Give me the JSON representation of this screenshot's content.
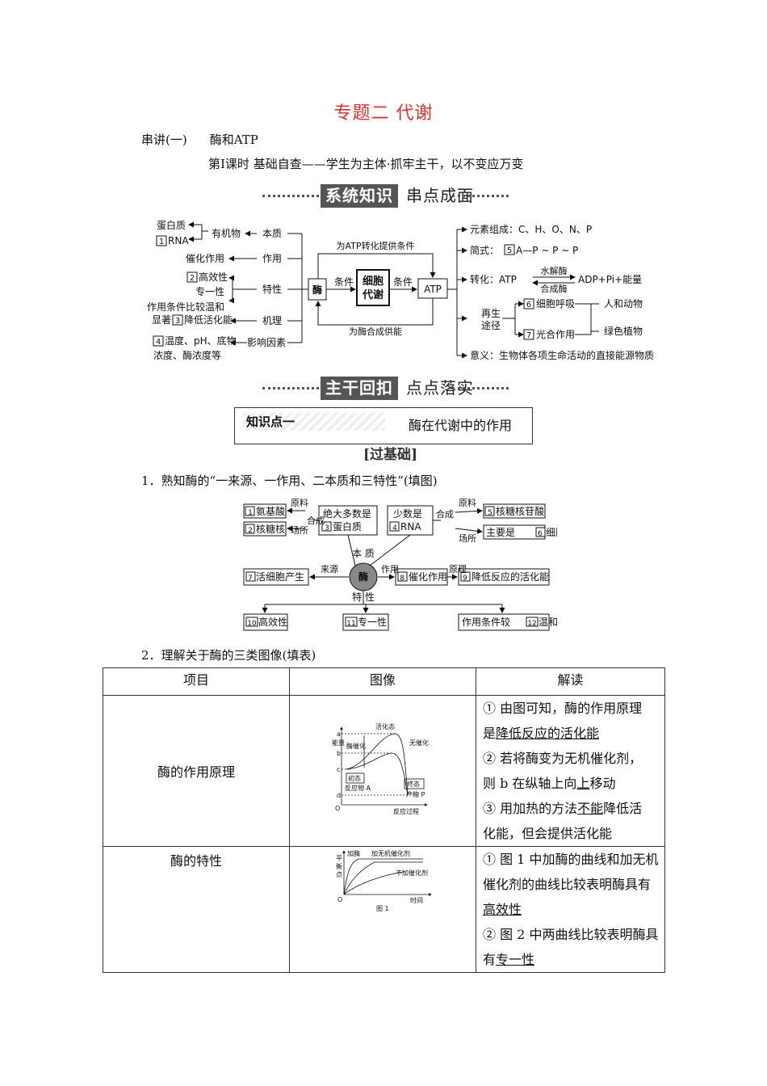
{
  "title": "专题二  代谢",
  "lecture": {
    "part": "串讲(一)",
    "topic": "酶和ATP"
  },
  "lesson_line": "第Ⅰ课时   基础自查——学生为主体·抓牢主干，以不变应万变",
  "banner1": {
    "dark": "系统知识",
    "light": "串点成面"
  },
  "map1": {
    "enzyme": "酶",
    "center": "细胞代谢",
    "atp": "ATP",
    "top_arrow": "为ATP转化提供条件",
    "bottom_arrow": "为酶合成供能",
    "cond_left": "条件",
    "cond_right": "条件",
    "left_branches": [
      "本质",
      "作用",
      "特性",
      "机理",
      "影响因素"
    ],
    "organic": "有机物",
    "protein": "蛋白质",
    "rna_num": "1",
    "rna": "RNA",
    "catalysis": "催化作用",
    "high_num": "2",
    "high": "高效性",
    "specific": "专一性",
    "mild": "作用条件比较温和",
    "mech_pre": "显著",
    "mech_num": "3",
    "mech": "降低活化能",
    "factor_num": "4",
    "factor1": "温度、pH、底物",
    "factor2": "浓度、酶浓度等",
    "elements": "元素组成：C、H、O、N、P",
    "formula_pre": "简式：",
    "formula_num": "5",
    "formula": "A—P ~ P ~ P",
    "convert_pre": "转化：ATP",
    "hydrolase": "水解酶",
    "synthase": "合成酶",
    "convert_post": "ADP+Pi+能量",
    "regen1": "再生",
    "regen2": "途径",
    "resp_num": "6",
    "resp": "细胞呼吸",
    "photo_num": "7",
    "photo": "光合作用",
    "animals": "人和动物",
    "plants": "绿色植物",
    "meaning": "意义：生物体各项生命活动的直接能源物质"
  },
  "banner2": {
    "dark": "主干回扣",
    "light": "点点落实"
  },
  "knowledge": {
    "label": "知识点一",
    "text": "酶在代谢中的作用"
  },
  "pass_base": "[过基础]",
  "q1": "1．熟知酶的“一来源、一作用、二本质和三特性”(填图)",
  "map2": {
    "n1": "1",
    "aa": "氨基酸",
    "n2": "2",
    "nuc": "核糖核",
    "raw": "原料",
    "place": "场所",
    "synth": "合成",
    "most1": "绝大多数是",
    "n3": "3",
    "protein": "蛋白质",
    "few": "少数是",
    "n4": "4",
    "rna": "RNA",
    "raw2": "原料",
    "place2": "场所",
    "n5": "5",
    "ribo": "核糖核苷酸",
    "mainly": "主要是",
    "n6": "6",
    "nucleus": "细胞核",
    "essence": "本  质",
    "source": "来源",
    "enzyme": "酶",
    "action": "作用",
    "principle": "原理",
    "n7": "7",
    "living": "活细胞产生",
    "n8": "8",
    "cat": "催化作用",
    "n9": "9",
    "lower": "降低反应的活化能",
    "property": "特  性",
    "n10": "10",
    "high": "高效性",
    "n11": "11",
    "spec": "专一性",
    "mild_pre": "作用条件较",
    "n12": "12",
    "mild": "温和"
  },
  "q2": "2．理解关于酶的三类图像(填表)",
  "table": {
    "headers": [
      "项目",
      "图像",
      "解读"
    ],
    "row1": {
      "item": "酶的作用原理",
      "fig": {
        "ylabel": "能量",
        "active": "活化态",
        "enzyme": "酶催化",
        "no_cat": "无催化",
        "initial": "初态",
        "reactant": "反应物 A",
        "final": "终态",
        "product": "产物 P",
        "xlabel": "反应过程",
        "a": "a",
        "b": "b",
        "c": "c",
        "d": "d",
        "o": "O"
      },
      "l1a": "① 由图可知，酶的作用原理",
      "l1b": "是",
      "l1u": "降低反应的活化能",
      "l2a": "② 若将酶变为无机催化剂，",
      "l2b": "则 b 在纵轴上向",
      "l2u": "上",
      "l2c": "移动",
      "l3a": "③ 用加热的方法",
      "l3u": "不能",
      "l3b": "降低活",
      "l3c": "化能，但会提供活化能"
    },
    "row2": {
      "item": "酶的特性",
      "fig": {
        "ylabel1": "平",
        "ylabel2": "衡",
        "ylabel3": "点",
        "add_enz": "加酶",
        "add_inorg": "加无机催化剂",
        "no_cat": "不加催化剂",
        "o": "O",
        "xlabel": "时间",
        "caption": "图 1"
      },
      "l1a": "① 图 1 中加酶的曲线和加无机",
      "l1b": "催化剂的曲线比较表明酶具有",
      "l1u": "高效性",
      "l2a": "② 图 2 中两曲线比较表明酶具",
      "l2b": "有",
      "l2u": "专一性"
    }
  }
}
